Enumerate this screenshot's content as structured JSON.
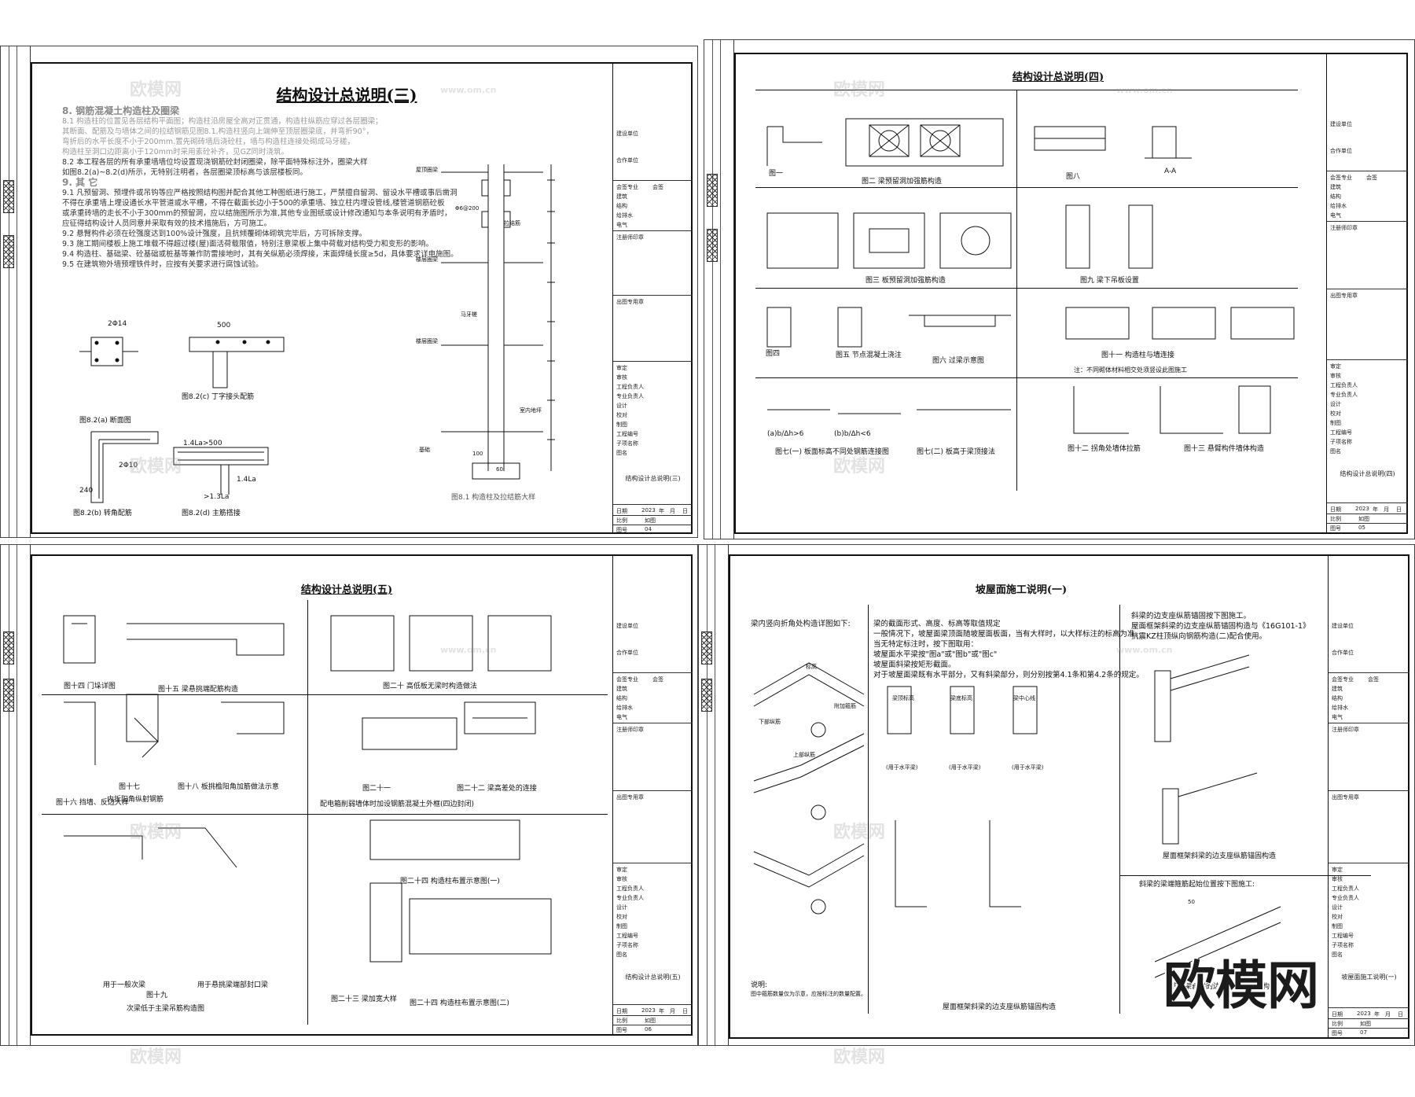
{
  "sheets": [
    {
      "title": "结构设计总说明(三)",
      "notes": [
        "8. 钢筋混凝土构造柱及圈梁",
        "8.1 构造柱的位置见各层结构平面图；构造柱沿房屋全高对正贯通，构造柱纵筋应穿过各层圈梁；",
        "其断面、配筋及与墙体之间的拉结钢筋见图8.1,构造柱竖向上端伸至顶层圈梁底，并弯折90°，",
        "弯折后的水平长度不小于200mm.置先砌砖墙后浇砼柱，墙与构造柱连接处砌成马牙槎，",
        "构造柱至洞口边距离小于120mm时采用素砼补齐，见GZ同时浇筑。",
        "8.2 本工程各层的所有承重墙墙位均设置现浇钢筋砼封闭圈梁，除平面特殊标注外，圈梁大样",
        "如图8.2(a)~8.2(d)所示，无特别注明者，各层圈梁顶标高与该层楼板同。",
        "9. 其 它",
        "9.1 凡预留洞、预埋件或吊钩等应严格按照结构图并配合其他工种图纸进行施工，严禁擅自留洞、留设水平槽或事后凿洞",
        "不得在承重墙上埋设通长水平管道或水平槽，不得在截面长边小于500的承重墙、独立柱内埋设管线,楼管道钢筋砼板",
        "或承重砖墙的走长不小于300mm的预留洞，应以结施图所示为准,其他专业图纸或设计修改通知与本条说明有矛盾时，",
        "应征得结构设计人员同意并采取有效的技术措施后，方可施工。",
        "9.2 悬臂构件必须在砼强度达到100%设计强度，且抗倾覆砌体砌筑完毕后，方可拆除支撑。",
        "9.3 施工期间楼板上施工堆载不得超过楼(屋)面活荷载限值，特别注意梁板上集中荷载对结构受力和变形的影响。",
        "9.4 构造柱、基础梁、砼基础或桩基等兼作防雷接地时，其有关纵筋必须焊接，末面焊缝长度≥5d，具体要求详电施图。",
        "9.5 在建筑物外墙预埋铁件时，应按有关要求进行腐蚀试验。"
      ],
      "captions": [
        "图8.2(a) 断面图",
        "图8.2(c) 丁字接头配筋",
        "图8.2(b) 转角配筋",
        "图8.2(d) 主筋搭接",
        "图8.1 构造柱及拉结筋大样"
      ],
      "labels": [
        "2Φ14",
        "500",
        "2Φ10",
        "240",
        "1.4La>500",
        ">1.3La",
        "1.4La",
        "Φ6@200",
        "拉结筋",
        "马牙槎",
        "楼层圈梁",
        "屋顶圈梁",
        "基础",
        "室内地坪",
        "100",
        "60"
      ],
      "drawing_name": "结构设计总说明(三)",
      "year": "2023",
      "sheet_no": "04"
    },
    {
      "title": "结构设计总说明(四)",
      "captions": [
        "图一",
        "图二 梁预留洞加强筋构造",
        "图八",
        "A-A",
        "图三 板预留洞加强筋构造",
        "图九 梁下吊板设置",
        "图四",
        "图五 节点混凝土浇注",
        "图六 过梁示意图",
        "图十一 构造柱与墙连接",
        "注：不同砌体材料相交处须竖设此图施工",
        "(a)b/Δh>6",
        "(b)b/Δh<6",
        "图七(一) 板面标高不同处钢筋连接图",
        "图七(二) 板高于梁顶接法",
        "图十二 拐角处墙体拉筋",
        "图十三 悬臂构件墙体构造"
      ],
      "drawing_name": "结构设计总说明(四)",
      "year": "2023",
      "sheet_no": "05"
    },
    {
      "title": "结构设计总说明(五)",
      "captions": [
        "图十四 门垛详图",
        "图十五 梁悬挑端配筋构造",
        "图二十 高低板无梁时构造做法",
        "图十六 挡墙、反边大样",
        "图十七",
        "内折阳角纵射钢筋",
        "图十八 板挑檐阳角加筋做法示意",
        "图二十一",
        "图二十二 梁高差处的连接",
        "配电箱削弱墙体时加设钢筋混凝土外框(四边封闭)",
        "图十九",
        "用于一般次梁",
        "用于悬挑梁端部封口梁",
        "次梁低于主梁吊筋构造图",
        "图二十四 构造柱布置示意图(一)",
        "图二十三 梁加宽大样",
        "图二十四 构造柱布置示意图(二)"
      ],
      "drawing_name": "结构设计总说明(五)",
      "year": "2023",
      "sheet_no": "06"
    },
    {
      "title": "坡屋面施工说明(一)",
      "notes_left": [
        "梁内竖向折角处构造详图如下:"
      ],
      "notes_mid": [
        "梁的截面形式、高度、标高等取值规定",
        "一般情况下，坡屋面梁顶面随坡屋面板面，当有大样时，以大样标注的标高为准，",
        "当无特定标注时，按下图取用：",
        "坡屋面水平梁按\"图a\"或\"图b\"或\"图c\"",
        "坡屋面斜梁按矩形截面。",
        "对于坡屋面梁既有水平部分，又有斜梁部分，则分别按第4.1条和第4.2条的规定。"
      ],
      "notes_right": [
        "斜梁的边支座纵筋锚固按下图施工。",
        "屋面框架斜梁的边支座纵筋锚固构造与《16G101-1》",
        "抗震KZ柱顶纵向钢筋构造(二)配合使用。"
      ],
      "captions": [
        "屋面框架斜梁的边支座纵筋锚固构造",
        "非框架斜梁的边支座纵筋锚固构造",
        "屋面框架斜梁的边支座纵筋锚固构造",
        "斜梁的梁端箍筋起始位置按下图施工:",
        "说明:",
        "图中箍筋数量仅为示意，应按标注的数量配置。",
        "(用于水平梁)",
        "(用于水平梁)",
        "(用于水平梁)",
        "标高",
        "下部纵筋",
        "附加箍筋",
        "上部纵筋",
        "梁顶标高",
        "梁底标高",
        "梁中心线",
        "50"
      ],
      "drawing_name": "坡屋面施工说明(一)",
      "year": "2023",
      "sheet_no": "07"
    }
  ],
  "title_block": {
    "rows_top": [
      "建设单位",
      "合作单位"
    ],
    "rows_mid": [
      "会签专业",
      "建筑",
      "结构",
      "给排水",
      "电气",
      "注册师印章",
      "出图专用章"
    ],
    "rows_sign": [
      "审定",
      "审核",
      "工程负责人",
      "专业负责人",
      "设计",
      "校对",
      "制图",
      "工程编号",
      "子项名称",
      "图名"
    ],
    "rows_bottom": [
      "日期",
      "比例",
      "图号"
    ],
    "year_label": "年",
    "month_label": "月",
    "day_label": "日",
    "scale_value": "如图",
    "sign_label": "会签"
  },
  "watermarks": {
    "brand": "欧模网",
    "url": "www.om.cn",
    "logo": "欧模网"
  }
}
